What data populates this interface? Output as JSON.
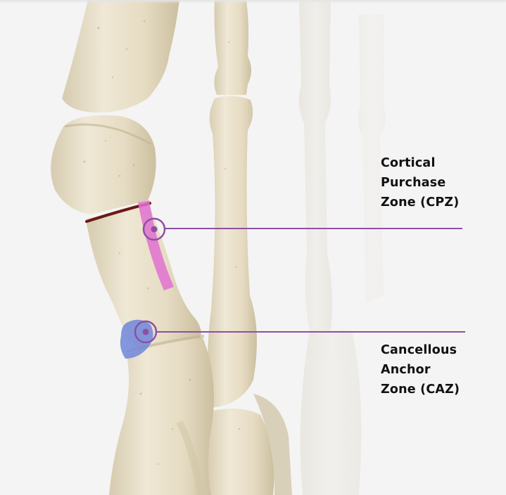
{
  "colors": {
    "background": "#f4f4f4",
    "bone": "#ece4cf",
    "bone_shadow": "#c9bda0",
    "cortical_zone": "#e171d0",
    "cancellous_zone": "#6f86d9",
    "leader_line": "#8e4fa3",
    "cut_line": "#6b1a14",
    "label_text": "#111111"
  },
  "icons": {
    "cpz_marker": "target-circle-icon",
    "caz_marker": "target-circle-icon"
  },
  "zones": {
    "cpz": {
      "lines": [
        "Cortical",
        "Purchase",
        "Zone (CPZ)"
      ]
    },
    "caz": {
      "lines": [
        "Cancellous",
        "Anchor",
        "Zone (CAZ)"
      ]
    }
  }
}
